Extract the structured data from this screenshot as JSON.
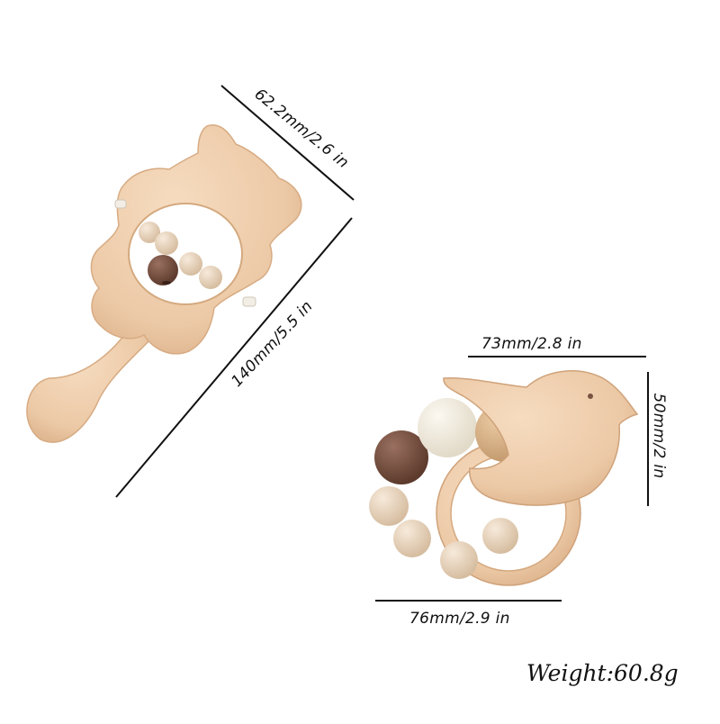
{
  "measurements": {
    "rattle_width": "62.2mm/2.6 in",
    "rattle_length": "140mm/5.5 in",
    "bird_width": "73mm/2.8 in",
    "bird_height": "50mm/2 in",
    "ring_width": "76mm/2.9 in"
  },
  "weight": "Weight:60.8g",
  "colors": {
    "wood": "#ecc9a6",
    "wood_dark": "#d9ae86",
    "bead_natural": "#e9d5bd",
    "bead_brown": "#7a5342",
    "bead_cream": "#f1ece0",
    "bead_tan": "#d8b48a"
  }
}
